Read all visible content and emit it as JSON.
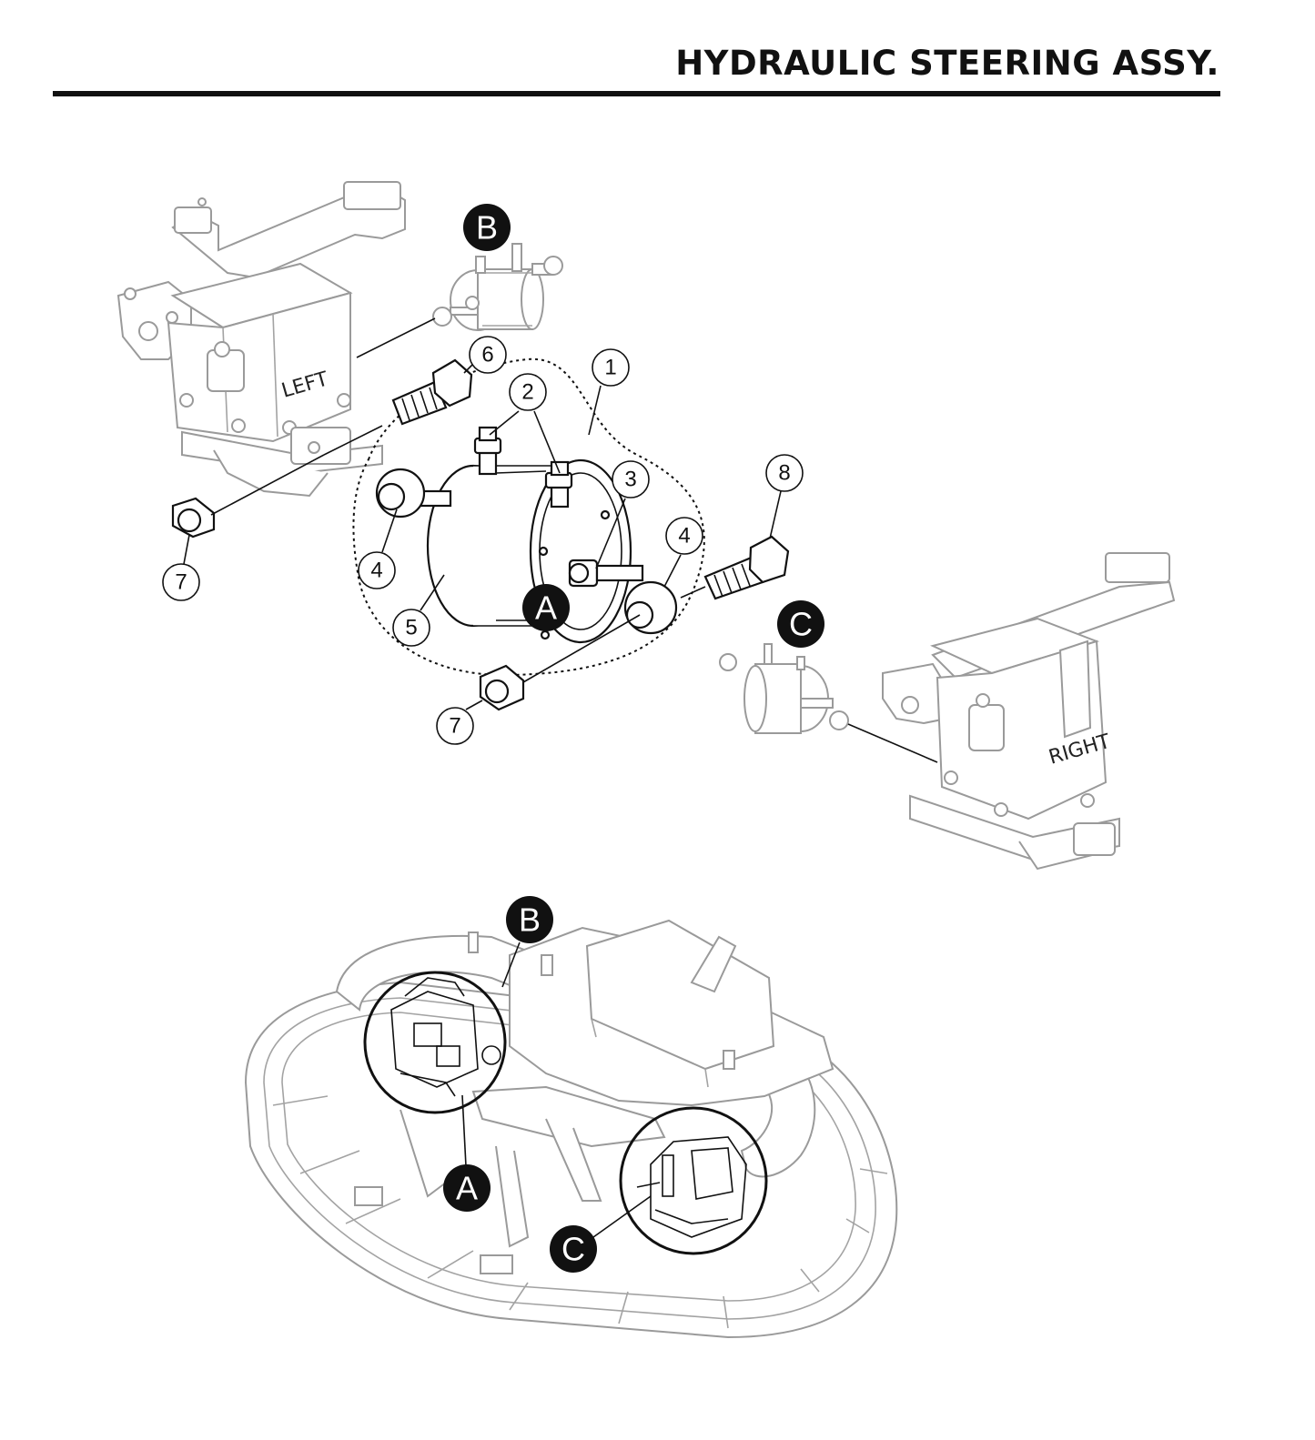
{
  "header": {
    "title": "HYDRAULIC STEERING ASSY."
  },
  "assembly_labels": {
    "left": "LEFT",
    "right": "RIGHT"
  },
  "callouts": {
    "c1": "1",
    "c2": "2",
    "c3": "3",
    "c4a": "4",
    "c4b": "4",
    "c5": "5",
    "c6": "6",
    "c7a": "7",
    "c7b": "7",
    "c8": "8"
  },
  "badges": {
    "a_detail": "A",
    "b_detail": "B",
    "c_detail": "C",
    "a_overview": "A",
    "b_overview": "B",
    "c_overview": "C"
  },
  "colors": {
    "ink": "#111111",
    "ghost_gray": "#9a9a9a"
  }
}
